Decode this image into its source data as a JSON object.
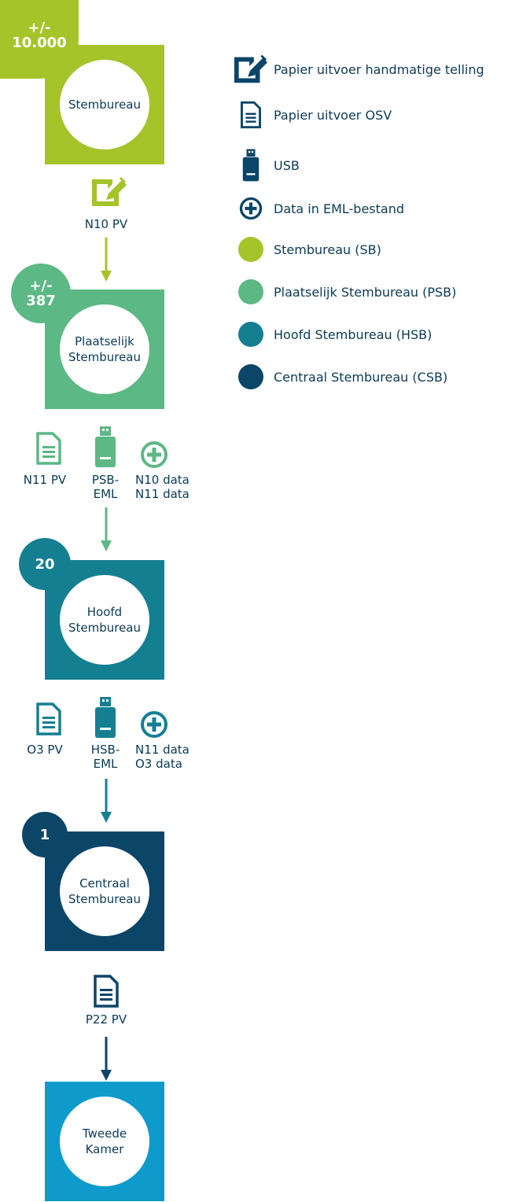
{
  "colors": {
    "sb": "#a4c42a",
    "psb": "#5cb884",
    "hsb": "#157f92",
    "csb": "#0b4568",
    "tk": "#0e9bcc",
    "text": "#0b3a55"
  },
  "legend": [
    {
      "icon": "pencil-paper-icon",
      "label": "Papier uitvoer handmatige telling"
    },
    {
      "icon": "document-icon",
      "label": "Papier uitvoer OSV"
    },
    {
      "icon": "usb-icon",
      "label": "USB"
    },
    {
      "icon": "plus-circle-icon",
      "label": "Data in EML-bestand"
    },
    {
      "icon": "green-dot",
      "label": "Stembureau (SB)"
    },
    {
      "icon": "mint-dot",
      "label": "Plaatselijk Stembureau (PSB)"
    },
    {
      "icon": "teal-dot",
      "label": "Hoofd Stembureau (HSB)"
    },
    {
      "icon": "navy-dot",
      "label": "Centraal Stembureau (CSB)"
    }
  ],
  "stages": {
    "sb": {
      "count": "+/-\n10.000",
      "name": "Stembureau"
    },
    "psb": {
      "count": "+/-\n387",
      "name": "Plaatselijk\nStembureau"
    },
    "hsb": {
      "count": "20",
      "name": "Hoofd\nStembureau"
    },
    "csb": {
      "count": "1",
      "name": "Centraal\nStembureau"
    },
    "tk": {
      "name": "Tweede\nKamer"
    }
  },
  "flows": {
    "sb_to_psb": {
      "doc": "N10 PV"
    },
    "psb_to_hsb": {
      "paper": "N11 PV",
      "usb": "PSB-\nEML",
      "data": "N10 data\nN11 data"
    },
    "hsb_to_csb": {
      "paper": "O3 PV",
      "usb": "HSB-\nEML",
      "data": "N11 data\nO3 data"
    },
    "csb_to_tk": {
      "doc": "P22 PV"
    }
  }
}
